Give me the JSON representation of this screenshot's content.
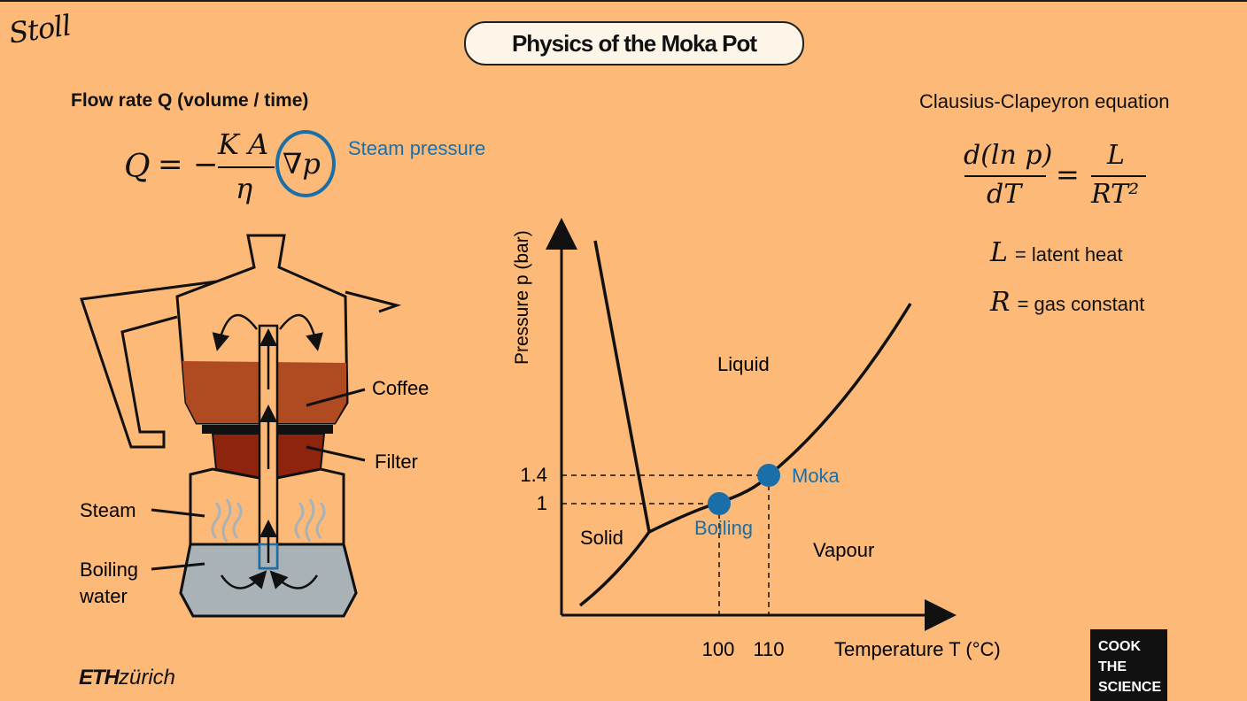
{
  "header": {
    "signature": "Stoll",
    "title": "Physics of the Moka Pot"
  },
  "left": {
    "heading": "Flow rate Q (volume / time)",
    "equation": {
      "lhs": "Q",
      "eq": "=",
      "minus": "−",
      "numerator": "K A",
      "denominator": "η",
      "circled": "∇p"
    },
    "circled_label": "Steam pressure",
    "pot_labels": {
      "coffee": "Coffee",
      "filter": "Filter",
      "steam": "Steam",
      "water_1": "Boiling",
      "water_2": "water"
    }
  },
  "right": {
    "heading": "Clausius-Clapeyron equation",
    "equation": {
      "lhs_num": "d(ln p)",
      "lhs_den": "dT",
      "eq": "=",
      "rhs_num": "L",
      "rhs_den": "RT²"
    },
    "definitions": [
      {
        "symbol": "L",
        "text": "= latent heat"
      },
      {
        "symbol": "R",
        "text": "= gas constant"
      }
    ]
  },
  "chart_data": {
    "type": "line",
    "xlabel": "Temperature T (°C)",
    "ylabel": "Pressure p (bar)",
    "x_ticks": [
      "100",
      "110"
    ],
    "y_ticks": [
      "1",
      "1.4"
    ],
    "regions": [
      "Liquid",
      "Solid",
      "Vapour"
    ],
    "points": [
      {
        "name": "Boiling",
        "x": 100,
        "y": 1.0
      },
      {
        "name": "Moka",
        "x": 110,
        "y": 1.4
      }
    ],
    "colors": {
      "points": "#1a6fa8",
      "curves": "#111111"
    }
  },
  "footer": {
    "eth_bold": "ETH",
    "eth_rest": "zürich",
    "badge": [
      "COOK",
      "THE",
      "SCIENCE"
    ]
  }
}
